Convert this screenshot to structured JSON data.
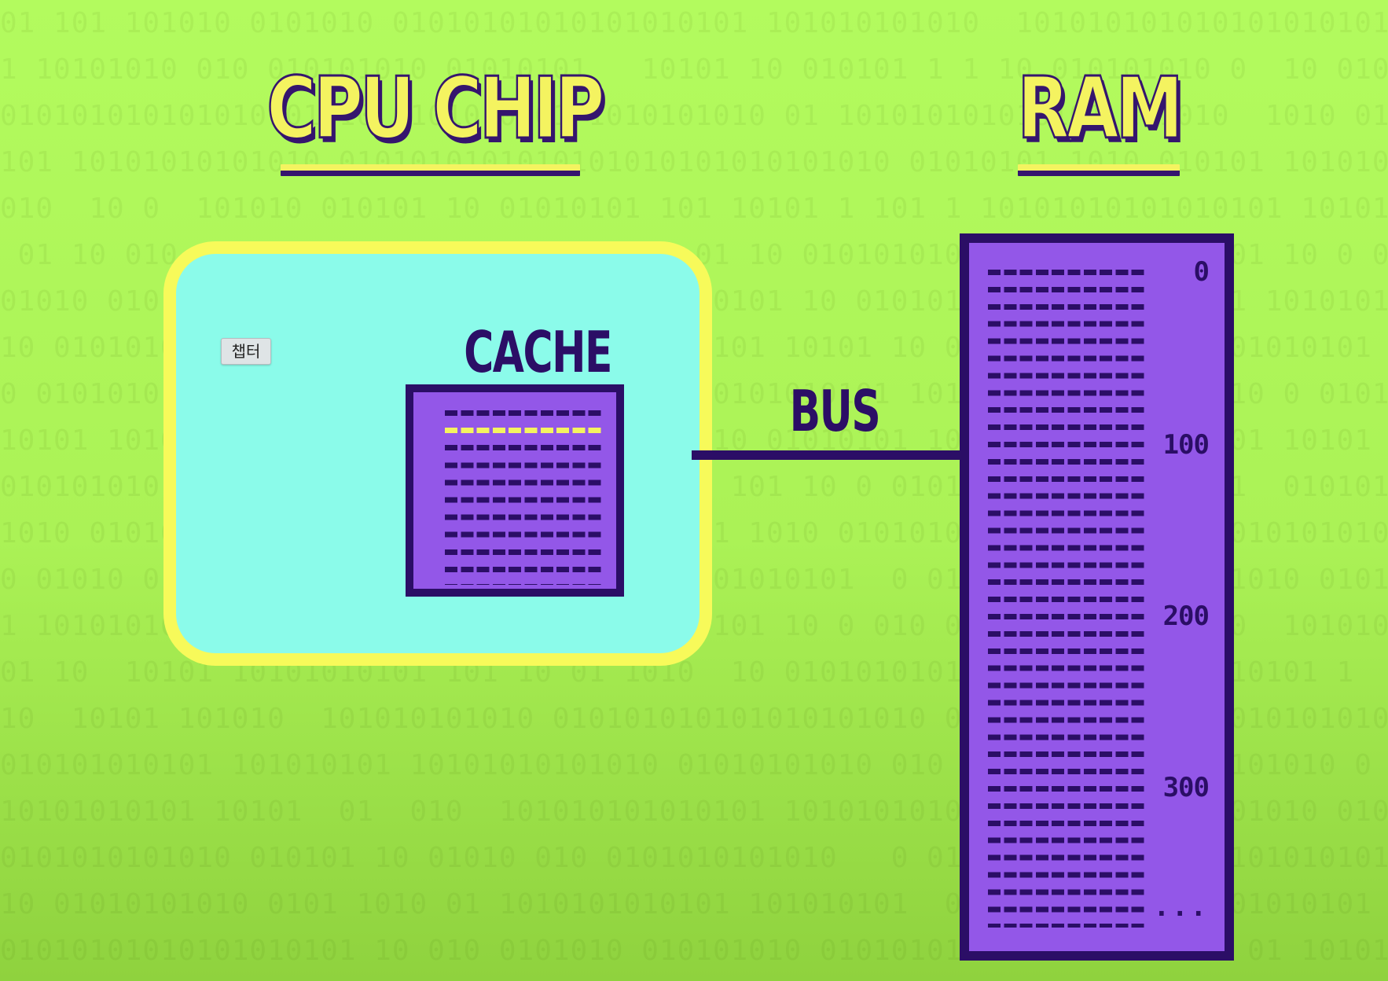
{
  "titles": {
    "cpu": "CPU CHIP",
    "ram": "RAM"
  },
  "cpu_chip": {
    "cache_label": "CACHE",
    "chapter_badge": "챕터"
  },
  "bus": {
    "label": "BUS"
  },
  "ram": {
    "addresses": [
      "0",
      "100",
      "200",
      "300"
    ],
    "ellipsis": "..."
  },
  "colors": {
    "background": "#b3fb5e",
    "title_fill": "#f4f360",
    "outline": "#2b0e66",
    "cpu_fill": "#8bfbea",
    "cpu_border": "#f7fa5a",
    "memory_fill": "#9357e8"
  }
}
